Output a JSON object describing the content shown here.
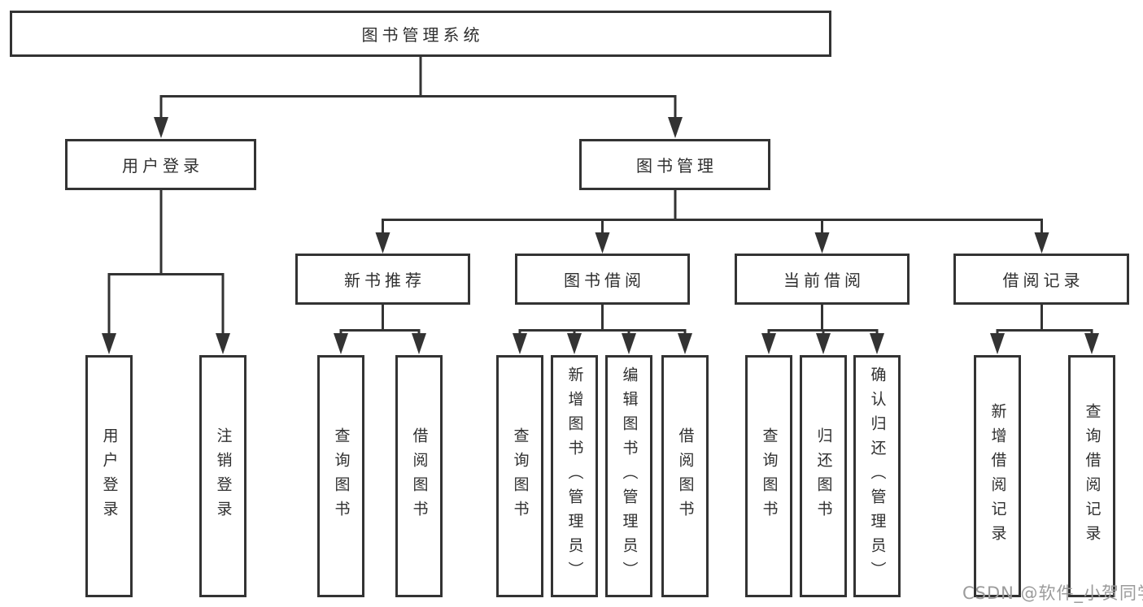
{
  "diagram": {
    "title": "图书管理系统",
    "line_color": "#333333",
    "box_background": "#ffffff",
    "text_color": "#2f2f2f",
    "watermark": {
      "text": "CSDN @软件_小贺同学",
      "color": "#9b9b9b"
    },
    "nodes": {
      "root": {
        "label": "图书管理系统"
      },
      "user_login": {
        "label": "用户登录"
      },
      "book_management": {
        "label": "图书管理"
      },
      "new_book_recommend": {
        "label": "新书推荐"
      },
      "book_borrow": {
        "label": "图书借阅"
      },
      "current_borrow": {
        "label": "当前借阅"
      },
      "borrow_records": {
        "label": "借阅记录"
      },
      "leaf_user_login": {
        "label": "用户登录"
      },
      "leaf_logout": {
        "label": "注销登录"
      },
      "leaf_nb_query_books": {
        "label": "查询图书"
      },
      "leaf_nb_borrow_books": {
        "label": "借阅图书"
      },
      "leaf_bb_query_books": {
        "label": "查询图书"
      },
      "leaf_bb_add_books": {
        "label": "新增图书（管理员）"
      },
      "leaf_bb_edit_books": {
        "label": "编辑图书（管理员）"
      },
      "leaf_bb_borrow_books": {
        "label": "借阅图书"
      },
      "leaf_cb_query_books": {
        "label": "查询图书"
      },
      "leaf_cb_return_books": {
        "label": "归还图书"
      },
      "leaf_cb_confirm_return": {
        "label": "确认归还（管理员）"
      },
      "leaf_br_add_record": {
        "label": "新增借阅记录"
      },
      "leaf_br_query_record": {
        "label": "查询借阅记录"
      }
    },
    "hierarchy": {
      "图书管理系统": {
        "用户登录": [
          "用户登录",
          "注销登录"
        ],
        "图书管理": {
          "新书推荐": [
            "查询图书",
            "借阅图书"
          ],
          "图书借阅": [
            "查询图书",
            "新增图书（管理员）",
            "编辑图书（管理员）",
            "借阅图书"
          ],
          "当前借阅": [
            "查询图书",
            "归还图书",
            "确认归还（管理员）"
          ],
          "借阅记录": [
            "新增借阅记录",
            "查询借阅记录"
          ]
        }
      }
    }
  }
}
